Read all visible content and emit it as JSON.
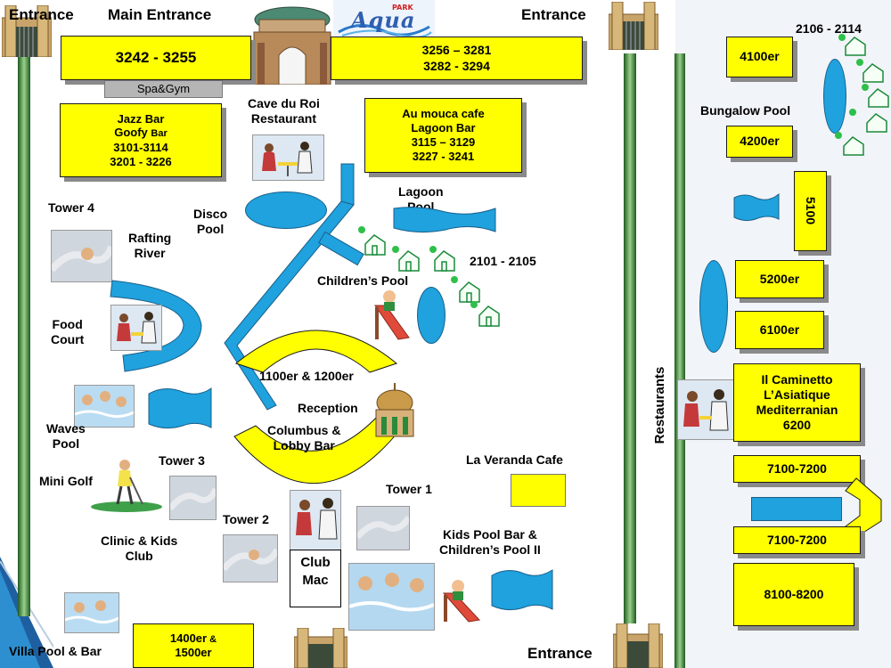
{
  "colors": {
    "box": "#ffff00",
    "pool": "#1fa2dd",
    "house": "#1a8a3a",
    "panel": "#eef2f7"
  },
  "header": {
    "entrance_left": "Entrance",
    "main_entrance": "Main Entrance",
    "entrance_center": "Entrance",
    "logo_small": "PARK",
    "logo_big": "Aqua"
  },
  "rooms": {
    "r1": "3242 - 3255",
    "r2_a": "3256 – 3281",
    "r2_b": "3282 - 3294",
    "spa": "Spa&Gym",
    "jazz_1": "Jazz Bar",
    "jazz_2a": "Goofy ",
    "jazz_2b": "Bar",
    "jazz_3": "3101-3114",
    "jazz_4": "3201 - 3226",
    "mouca_1": "Au mouca cafe",
    "mouca_2": "Lagoon Bar",
    "mouca_3": "3115 – 3129",
    "mouca_4": "3227 - 3241",
    "bottom_a": "1400er",
    "bottom_a_suffix": " &",
    "bottom_b": "1500er"
  },
  "labels": {
    "cave_1": "Cave du Roi",
    "cave_2": "Restaurant",
    "disco_1": "Disco",
    "disco_2": "Pool",
    "lagoon_1": "Lagoon",
    "lagoon_2": "Pool",
    "tower4": "Tower 4",
    "rafting_1": "Rafting",
    "rafting_2": "River",
    "food_1": "Food",
    "food_2": "Court",
    "waves_1": "Waves",
    "waves_2": "Pool",
    "mini_golf": "Mini Golf",
    "tower3": "Tower 3",
    "tower2": "Tower 2",
    "tower1": "Tower 1",
    "clinic_1": "Clinic & Kids",
    "clinic_2": "Club",
    "villa": "Villa Pool & Bar",
    "club_1": "Club",
    "club_2": "Mac",
    "childrens_pool": "Children’s  Pool",
    "range_2101": "2101 - 2105",
    "ring_top": "1100er & 1200er",
    "reception": "Reception",
    "columbus_1": "Columbus &",
    "columbus_2": "Lobby Bar",
    "veranda": "La Veranda Cafe",
    "kids_bar_1": "Kids Pool  Bar &",
    "kids_bar_2": "Children’s Pool II",
    "entrance_bottom": "Entrance"
  },
  "right": {
    "range_2106": "2106 - 2114",
    "b4100": "4100er",
    "bungalow": "Bungalow Pool",
    "b4200": "4200er",
    "b5100": "5100",
    "b5200": "5200er",
    "b6100": "6100er",
    "restaurants": "Restaurants",
    "rest_1": "Il Caminetto",
    "rest_2": "L’Asiatique",
    "rest_3": "Mediterranian",
    "rest_4": "6200",
    "b7100_a": "7100-7200",
    "b7100_b": "7100-7200",
    "b8100": "8100-8200"
  }
}
